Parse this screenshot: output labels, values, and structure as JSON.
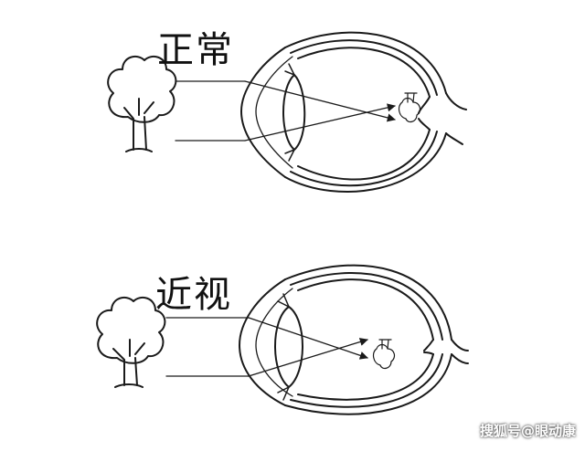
{
  "panels": {
    "normal": {
      "label": "正常"
    },
    "myopia": {
      "label": "近视"
    }
  },
  "watermark": {
    "text": "搜狐号@眼动康"
  },
  "colors": {
    "ink": "#1a1a1a",
    "background": "#ffffff"
  }
}
